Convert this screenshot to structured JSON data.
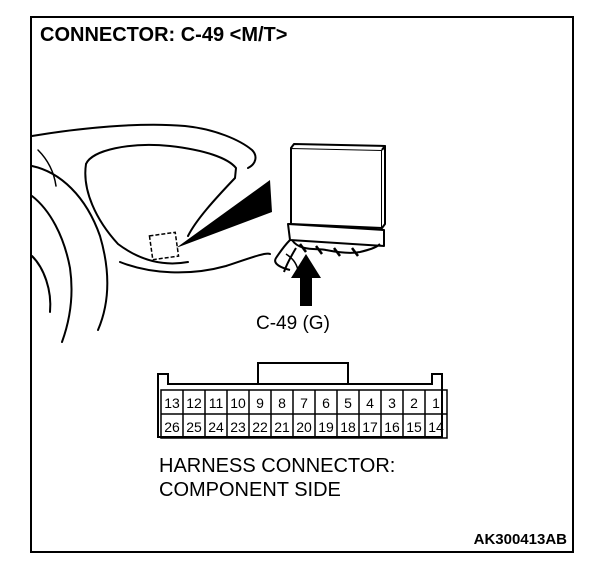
{
  "title": "CONNECTOR: C-49 <M/T>",
  "callout_label": "C-49 (G)",
  "caption": {
    "line1": "HARNESS CONNECTOR:",
    "line2": "COMPONENT SIDE"
  },
  "figure_code": "AK300413AB",
  "connector": {
    "top_row": [
      "13",
      "12",
      "11",
      "10",
      "9",
      "8",
      "7",
      "6",
      "5",
      "4",
      "3",
      "2",
      "1"
    ],
    "bottom_row": [
      "26",
      "25",
      "24",
      "23",
      "22",
      "21",
      "20",
      "19",
      "18",
      "17",
      "16",
      "15",
      "14"
    ]
  }
}
